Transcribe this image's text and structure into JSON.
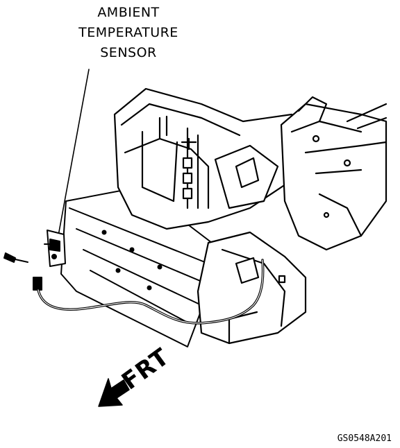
{
  "callout": {
    "lines": [
      "AMBIENT",
      "TEMPERATURE",
      "SENSOR"
    ]
  },
  "direction": {
    "label": "FRT",
    "arrow_icon": "forward-arrow-icon"
  },
  "figure_id": "GS0548A201"
}
